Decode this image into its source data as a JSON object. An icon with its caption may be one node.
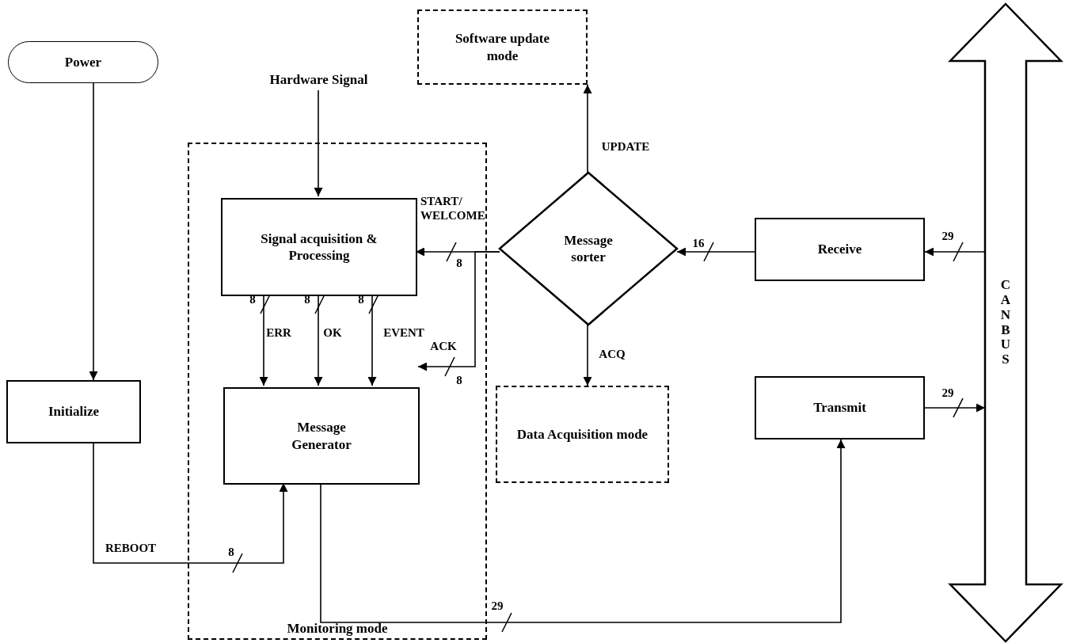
{
  "diagram": {
    "nodes": [
      {
        "text": [
          "Power"
        ]
      },
      {
        "text": [
          "Initialize"
        ]
      },
      {
        "text": [
          "Hardware Signal"
        ]
      },
      {
        "text": [
          "Monitoring mode"
        ]
      },
      {
        "text": [
          "Signal acquisition & Processing"
        ],
        "in": 3
      },
      {
        "text": [
          "Message Generator"
        ],
        "in": 3
      },
      {
        "text": [
          "Software update mode"
        ]
      },
      {
        "text": [
          "Message sorter"
        ]
      },
      {
        "text": [
          "Data Acquisition mode"
        ]
      },
      {
        "text": [
          "Receive"
        ]
      },
      {
        "text": [
          "Transmit"
        ]
      },
      {
        "text": [
          "CAN BUS"
        ]
      }
    ],
    "edges": [
      {
        "from": 0,
        "to": 1,
        "arrow": "to"
      },
      {
        "from": 2,
        "to": 4,
        "arrow": "to"
      },
      {
        "from": 7,
        "to": 4,
        "arrow": "to",
        "label": "START/ WELCOME"
      },
      {
        "from": 7,
        "to": 5,
        "arrow": "to",
        "label": "ACK"
      },
      {
        "from": 4,
        "to": 5,
        "arrow": "to",
        "label": "ERR"
      },
      {
        "from": 4,
        "to": 5,
        "arrow": "to",
        "label": "OK"
      },
      {
        "from": 4,
        "to": 5,
        "arrow": "to",
        "label": "EVENT"
      },
      {
        "from": 1,
        "to": 5,
        "arrow": "to",
        "label": "REBOOT"
      },
      {
        "from": 5,
        "to": 10,
        "arrow": "to",
        "label": "29"
      },
      {
        "from": 7,
        "to": 6,
        "arrow": "to",
        "label": "UPDATE"
      },
      {
        "from": 7,
        "to": 8,
        "arrow": "to",
        "label": "ACQ"
      },
      {
        "from": 9,
        "to": 7,
        "arrow": "to",
        "label": "16"
      },
      {
        "from": 11,
        "to": 9,
        "arrow": "to",
        "label": "29"
      },
      {
        "from": 10,
        "to": 11,
        "arrow": "to",
        "label": "29"
      }
    ],
    "labels": [
      "8",
      "8",
      "8",
      "8",
      "8",
      "8"
    ]
  }
}
